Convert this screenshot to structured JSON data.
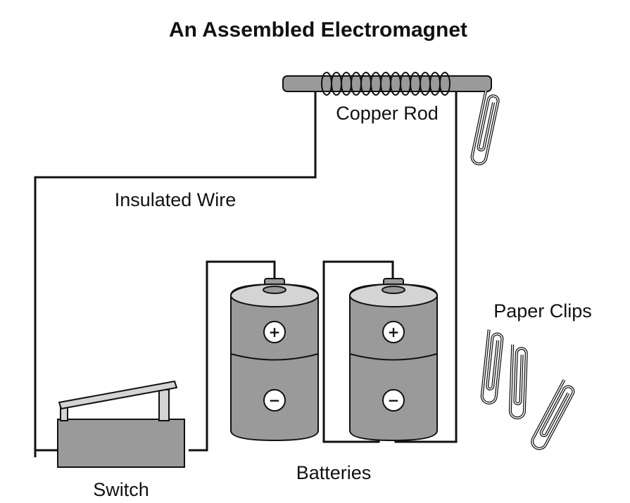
{
  "title": "An Assembled Electromagnet",
  "labels": {
    "copper_rod": "Copper Rod",
    "insulated_wire": "Insulated Wire",
    "paper_clips": "Paper Clips",
    "switch": "Switch",
    "batteries": "Batteries"
  },
  "battery_terminals": {
    "positive": "+",
    "negative": "−"
  },
  "colors": {
    "component_gray": "#9a9a9a",
    "light_gray": "#d4d4d4",
    "line": "#111111"
  }
}
